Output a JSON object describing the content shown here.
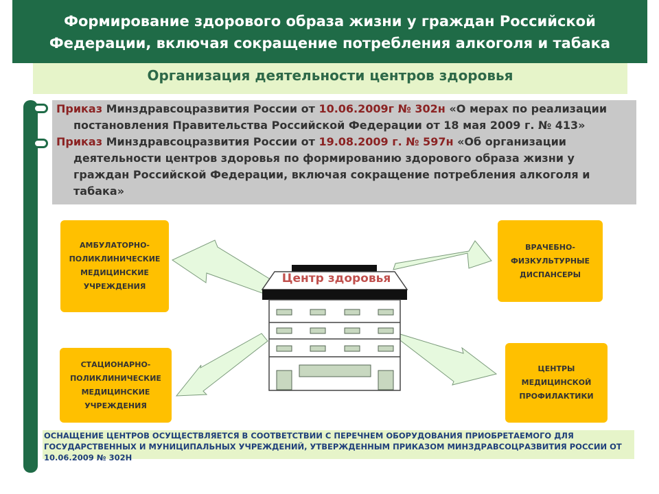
{
  "header": {
    "title_line1": "Формирование здорового образа жизни у граждан Российской",
    "title_line2": "Федерации, включая сокращение потребления алкоголя и табака",
    "subtitle": "Организация деятельности центров здоровья"
  },
  "orders": [
    {
      "kw": "Приказ",
      "ministry": " Минздравсоцразвития России от ",
      "date_no": "10.06.2009г № 302н",
      "text": " «О мерах по реализации постановления Правительства Российской Федерации от 18 мая 2009 г. № 413»"
    },
    {
      "kw": "Приказ",
      "ministry": " Минздравсоцразвития России от ",
      "date_no": "19.08.2009 г. № 597н",
      "text": " «Об организации деятельности центров здоровья по формированию здорового образа жизни у граждан Российской Федерации, включая сокращение потребления алкоголя и табака»"
    }
  ],
  "diagram": {
    "center": "Центр здоровья",
    "boxes": {
      "top_left": "Амбулаторно-поликлинические медицинские учреждения",
      "bottom_left": "Стационарно-поликлинические медицинские учреждения",
      "top_right": "Врачебно-физкультурные диспансеры",
      "bottom_right": "Центры медицинской профилактики"
    }
  },
  "footer": "Оснащение центров осуществляется в соответствии с перечнем оборудования приобретаемого для государственных и муниципальных учреждений, утвержденным приказом Минздравсоцразвития России от 10.06.2009 № 302н",
  "colors": {
    "header_bg": "#1f6b47",
    "subheader_bg": "#e6f4c9",
    "box_fill": "#ffc000",
    "arrow_fill": "#e6f9de",
    "center_label": "#c0504d"
  }
}
